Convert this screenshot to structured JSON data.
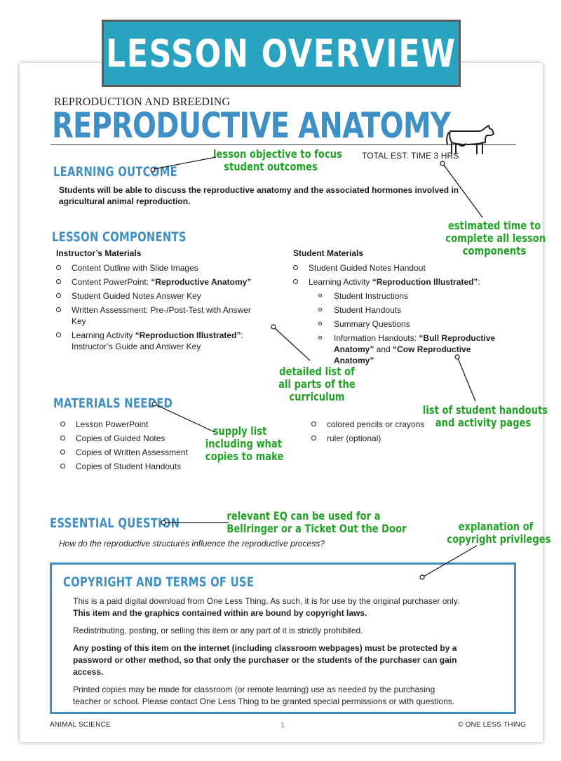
{
  "banner": {
    "title": "LESSON OVERVIEW"
  },
  "header": {
    "kicker": "REPRODUCTION AND BREEDING",
    "title": "REPRODUCTIVE ANATOMY",
    "est_time": "TOTAL EST. TIME 3 HRS",
    "icon": "cow-icon"
  },
  "learning_outcome": {
    "heading": "LEARNING OUTCOME",
    "line1": "Students will be able to discuss the reproductive anatomy and the associated hormones involved in",
    "line2": "agricultural animal reproduction."
  },
  "components": {
    "heading": "LESSON COMPONENTS",
    "instructor": {
      "heading": "Instructor’s Materials",
      "i1": "Content Outline with Slide Images",
      "i2_pre": "Content PowerPoint: ",
      "i2_b": "“Reproductive Anatomy”",
      "i3": "Student Guided Notes Answer Key",
      "i4a": "Written Assessment: Pre-/Post-Test with Answer",
      "i4b": "Key",
      "i5_pre": "Learning Activity ",
      "i5_b": "“Reproduction Illustrated”",
      "i5_post": ":",
      "i5b": "Instructor’s Guide and Answer Key"
    },
    "student": {
      "heading": "Student Materials",
      "s1": "Student Guided Notes Handout",
      "s2_pre": "Learning Activity ",
      "s2_b": "“Reproduction Illustrated”",
      "s2_post": ":",
      "sub1": "Student Instructions",
      "sub2": "Student Handouts",
      "sub3": "Summary Questions",
      "sub4_pre": "Information Handouts: ",
      "sub4_b1": "“Bull Reproductive",
      "sub4_b2": "Anatomy”",
      "sub4_mid": " and ",
      "sub4_b3": "“Cow Reproductive",
      "sub4_b4": "Anatomy”"
    }
  },
  "materials": {
    "heading": "MATERIALS NEEDED",
    "left": [
      "Lesson PowerPoint",
      "Copies of Guided Notes",
      "Copies of Written Assessment",
      "Copies of Student Handouts"
    ],
    "right": [
      "colored pencils or crayons",
      "ruler (optional)"
    ]
  },
  "essential": {
    "heading": "ESSENTIAL QUESTION",
    "question": "How do the reproductive structures influence the reproductive process?"
  },
  "copyright": {
    "heading": "COPYRIGHT AND TERMS OF USE",
    "p1": "This is a paid digital download from One Less Thing. As such, it is for use by the original purchaser only.",
    "p1b": "This item and the graphics contained within are bound by copyright laws.",
    "p2": "Redistributing, posting, or selling this item or any part of it is strictly prohibited.",
    "p3a": "Any posting of this item on the internet (including classroom webpages) must be protected by a",
    "p3b": "password or other method, so that only the purchaser or the students of the purchaser can gain",
    "p3c": "access.",
    "p4a": "Printed copies may be made for classroom (or remote learning) use as needed by the purchasing",
    "p4b": "teacher or school. Please contact One Less Thing to be granted special permissions or with questions."
  },
  "footer": {
    "left": "ANIMAL SCIENCE",
    "page": "1",
    "right": "© ONE LESS THING"
  },
  "annotations": {
    "objective": [
      "lesson objective to focus",
      "student  outcomes"
    ],
    "time": [
      "estimated time to",
      "complete all lesson",
      "components"
    ],
    "detailed": [
      "detailed list of",
      "all parts of the",
      "curriculum"
    ],
    "handouts": [
      "list of student handouts",
      "and activity pages"
    ],
    "supply": [
      "supply list",
      "including what",
      "copies to make"
    ],
    "eq": [
      "relevant EQ can be used for a",
      "Bellringer or a Ticket Out the Door"
    ],
    "copyright": [
      "explanation of",
      "copyright privileges"
    ]
  },
  "colors": {
    "accent": "#3d8fc6",
    "banner": "#2aa3c1",
    "annotation": "#22a326"
  }
}
